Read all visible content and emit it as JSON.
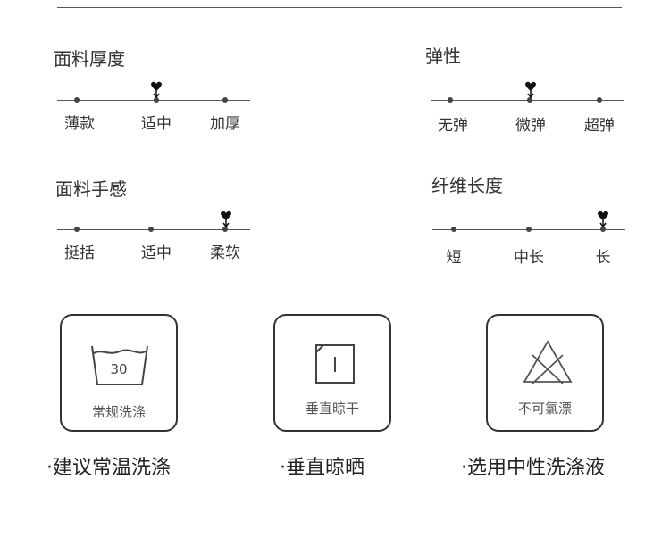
{
  "attributes": [
    {
      "title": "面料厚度",
      "options": [
        "薄款",
        "适中",
        "加厚"
      ],
      "selected": 1
    },
    {
      "title": "弹性",
      "options": [
        "无弹",
        "微弹",
        "超弹"
      ],
      "selected": 1
    },
    {
      "title": "面料手感",
      "options": [
        "挺括",
        "适中",
        "柔软"
      ],
      "selected": 2
    },
    {
      "title": "纤维长度",
      "options": [
        "短",
        "中长",
        "长"
      ],
      "selected": 2
    }
  ],
  "care": [
    {
      "icon": "wash-30-icon",
      "symbol_text": "30",
      "caption": "常规洗涤",
      "note": "·建议常温洗涤"
    },
    {
      "icon": "line-dry-icon",
      "caption": "垂直晾干",
      "note": "·垂直晾晒"
    },
    {
      "icon": "no-bleach-icon",
      "caption": "不可氯漂",
      "note": "·选用中性洗涤液"
    }
  ],
  "colors": {
    "line": "#555555",
    "text": "#333333",
    "marker": "#111111"
  }
}
